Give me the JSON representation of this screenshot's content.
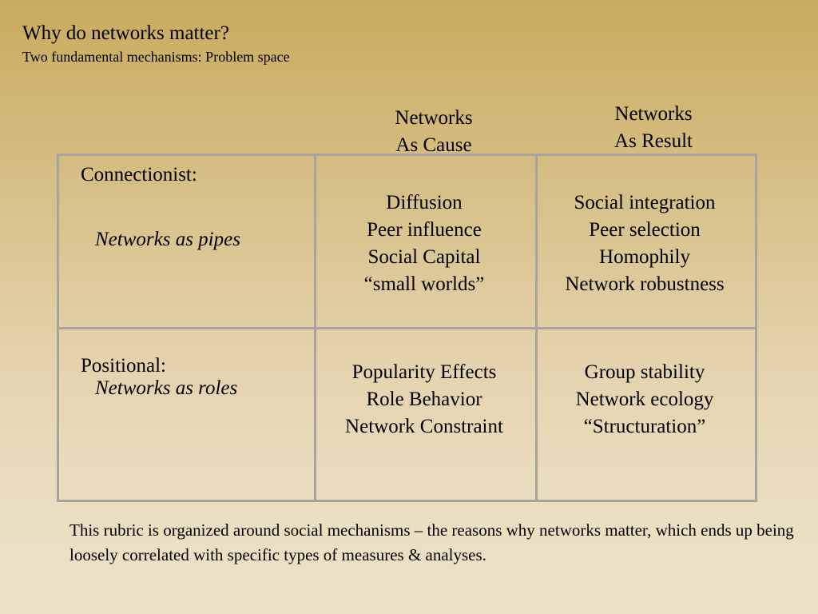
{
  "title": "Why do networks matter?",
  "subtitle": "Two fundamental mechanisms: Problem space",
  "columns": [
    {
      "line1": "Networks",
      "line2": "As Cause"
    },
    {
      "line1": "Networks",
      "line2": "As Result"
    }
  ],
  "rows": [
    {
      "label": "Connectionist:",
      "sublabel": "Networks as pipes",
      "cells": [
        [
          "Diffusion",
          "Peer influence",
          "Social Capital",
          "“small worlds”"
        ],
        [
          "Social integration",
          "Peer selection",
          "Homophily",
          "Network robustness"
        ]
      ]
    },
    {
      "label": "Positional:",
      "sublabel": "Networks as roles",
      "cells": [
        [
          "Popularity Effects",
          "Role Behavior",
          "Network Constraint"
        ],
        [
          "Group stability",
          "Network ecology",
          "“Structuration”"
        ]
      ]
    }
  ],
  "footer": "This rubric is organized around social mechanisms – the reasons why networks matter, which ends up being loosely correlated with specific types of measures & analyses.",
  "colors": {
    "grid_line": "#a7a49e",
    "background_top": "#c9ab5e",
    "background_bottom": "#ece1c6"
  }
}
